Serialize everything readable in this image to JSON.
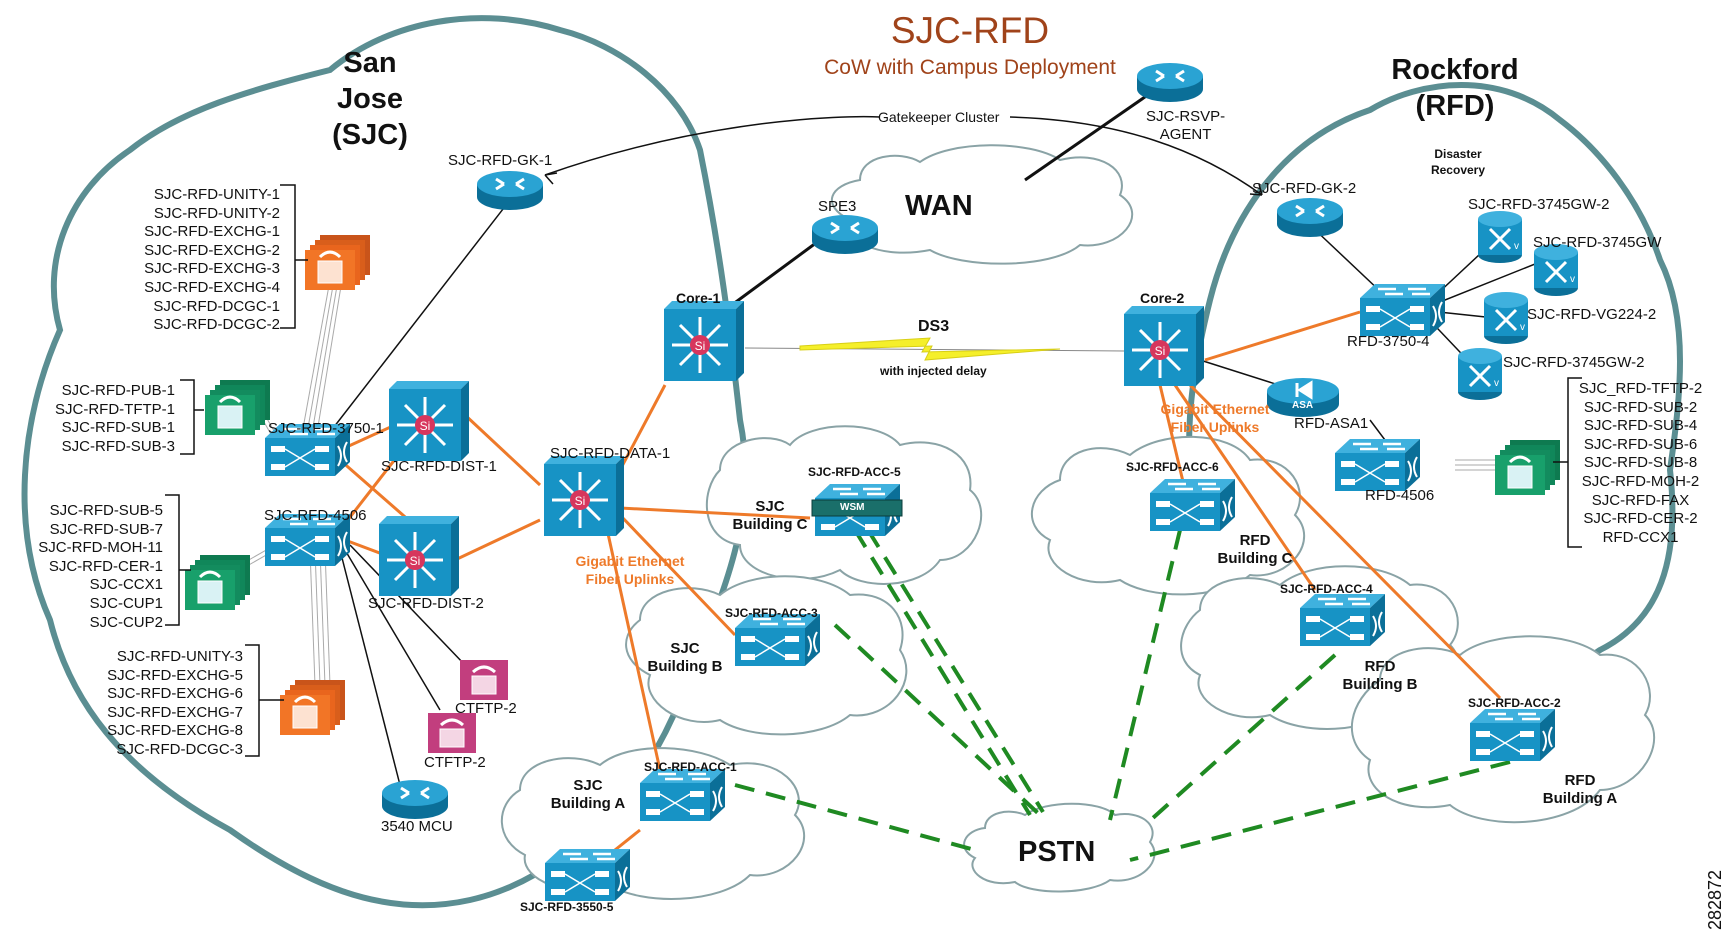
{
  "title": "SJC-RFD",
  "subtitle": "CoW with Campus Deployment",
  "figure_number": "282872",
  "colors": {
    "title": "#a0431a",
    "site_cloud_outline": "#5b8e92",
    "device_blue": "#1793c5",
    "fiber_uplink": "#ee7a2a",
    "pstn_link": "#1f8a22",
    "ds3_bolt": "#f5ef2a",
    "server_green": "#138c5e",
    "server_orange": "#e9651d",
    "server_magenta": "#c23e7e"
  },
  "sites": {
    "sjc": {
      "name": "San Jose (SJC)",
      "line1": "San",
      "line2": "Jose",
      "line3": "(SJC)"
    },
    "rfd": {
      "name": "Rockford (RFD)",
      "line1": "Rockford",
      "line2": "(RFD)",
      "note_line1": "Disaster",
      "note_line2": "Recovery"
    }
  },
  "clouds": {
    "wan": "WAN",
    "pstn": "PSTN"
  },
  "links": {
    "gatekeeper_cluster": "Gatekeeper Cluster",
    "ds3": "DS3",
    "ds3_note": "with injected delay",
    "uplinks_line1": "Gigabit Ethernet",
    "uplinks_line2": "Fiber Uplinks"
  },
  "buildings": {
    "sjc_a": {
      "line1": "SJC",
      "line2": "Building A"
    },
    "sjc_b": {
      "line1": "SJC",
      "line2": "Building B"
    },
    "sjc_c": {
      "line1": "SJC",
      "line2": "Building C"
    },
    "rfd_a": {
      "line1": "RFD",
      "line2": "Building A"
    },
    "rfd_b": {
      "line1": "RFD",
      "line2": "Building B"
    },
    "rfd_c": {
      "line1": "RFD",
      "line2": "Building C"
    }
  },
  "devices": {
    "gk1": "SJC-RFD-GK-1",
    "gk2": "SJC-RFD-GK-2",
    "rsvp_line1": "SJC-RSVP-",
    "rsvp_line2": "AGENT",
    "spe3": "SPE3",
    "core1": "Core-1",
    "core2": "Core-2",
    "sw3750_1": "SJC-RFD-3750-1",
    "dist1": "SJC-RFD-DIST-1",
    "dist2": "SJC-RFD-DIST-2",
    "sw4506": "SJC-RFD-4506",
    "data1": "SJC-RFD-DATA-1",
    "acc1": "SJC-RFD-ACC-1",
    "acc2": "SJC-RFD-ACC-2",
    "acc3": "SJC-RFD-ACC-3",
    "acc4": "SJC-RFD-ACC-4",
    "acc5": "SJC-RFD-ACC-5",
    "acc6": "SJC-RFD-ACC-6",
    "sw3550": "SJC-RFD-3550-5",
    "wsm": "WSM",
    "ctftp_a": "CTFTP-2",
    "ctftp_b": "CTFTP-2",
    "mcu": "3540 MCU",
    "rfd3750": "RFD-3750-4",
    "rfd4506": "RFD-4506",
    "asa_badge": "ASA",
    "asa": "RFD-ASA1",
    "gw3745_2a": "SJC-RFD-3745GW-2",
    "gw3745": "SJC-RFD-3745GW",
    "vg224": "SJC-RFD-VG224-2",
    "gw3745_2b": "SJC-RFD-3745GW-2"
  },
  "server_groups": {
    "sjc_unity_top": [
      "SJC-RFD-UNITY-1",
      "SJC-RFD-UNITY-2",
      "SJC-RFD-EXCHG-1",
      "SJC-RFD-EXCHG-2",
      "SJC-RFD-EXCHG-3",
      "SJC-RFD-EXCHG-4",
      "SJC-RFD-DCGC-1",
      "SJC-RFD-DCGC-2"
    ],
    "sjc_pub": [
      "SJC-RFD-PUB-1",
      "SJC-RFD-TFTP-1",
      "SJC-RFD-SUB-1",
      "SJC-RFD-SUB-3"
    ],
    "sjc_sub": [
      "SJC-RFD-SUB-5",
      "SJC-RFD-SUB-7",
      "SJC-RFD-MOH-11",
      "SJC-RFD-CER-1",
      "SJC-CCX1",
      "SJC-CUP1",
      "SJC-CUP2"
    ],
    "sjc_unity_bottom": [
      "SJC-RFD-UNITY-3",
      "SJC-RFD-EXCHG-5",
      "SJC-RFD-EXCHG-6",
      "SJC-RFD-EXCHG-7",
      "SJC-RFD-EXCHG-8",
      "SJC-RFD-DCGC-3"
    ],
    "rfd_servers": [
      "SJC_RFD-TFTP-2",
      "SJC-RFD-SUB-2",
      "SJC-RFD-SUB-4",
      "SJC-RFD-SUB-6",
      "SJC-RFD-SUB-8",
      "SJC-RFD-MOH-2",
      "SJC-RFD-FAX",
      "SJC-RFD-CER-2",
      "RFD-CCX1"
    ]
  }
}
